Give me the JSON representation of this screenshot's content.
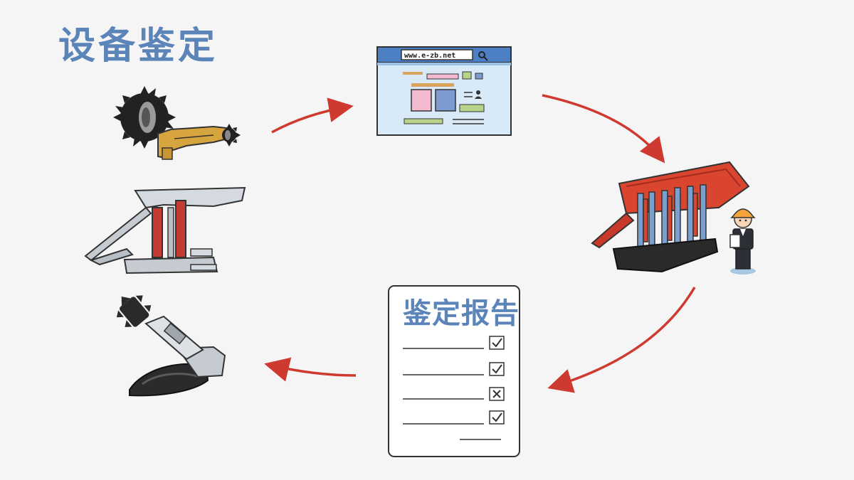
{
  "title": "设备鉴定",
  "browser": {
    "url": "www.e-zb.net"
  },
  "report": {
    "title": "鉴定报告",
    "items": [
      "checked",
      "checked",
      "crossed",
      "checked"
    ]
  },
  "colors": {
    "title": "#5b84b8",
    "arrow": "#cf3a30",
    "red_support": "#d9452e",
    "browser_frame": "#4d7fc4",
    "browser_body": "#d8eaf8",
    "helmet": "#f2a43a",
    "drum_body": "#d7a53f",
    "grey_steel": "#c6cbd2"
  },
  "cycle": [
    "mining-equipment",
    "website",
    "appraisal",
    "report"
  ]
}
